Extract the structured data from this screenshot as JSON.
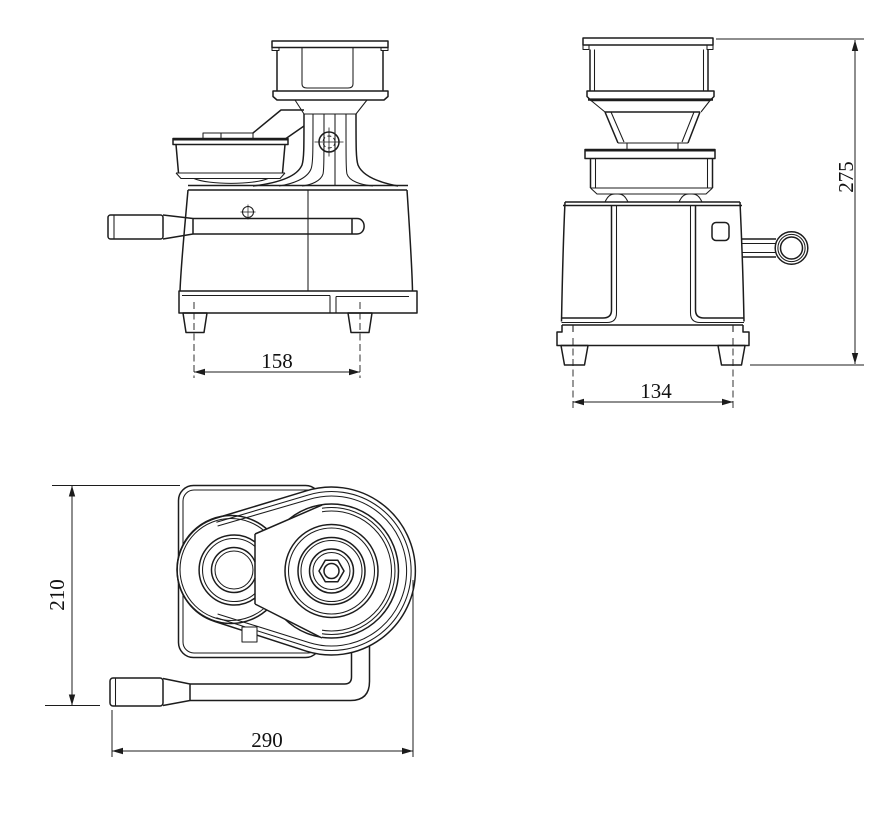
{
  "dimensions": {
    "front_foot_span": "158",
    "side_foot_span": "134",
    "overall_height": "275",
    "top_depth": "210",
    "top_width": "290"
  },
  "colors": {
    "line": "#1c1c1c",
    "background": "#ffffff"
  }
}
